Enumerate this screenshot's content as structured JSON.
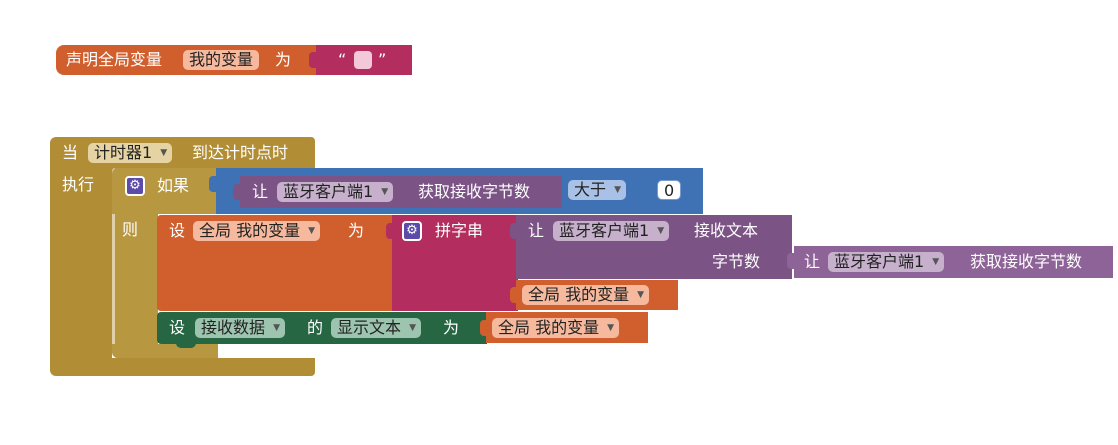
{
  "global_decl": {
    "declare_label": "声明全局变量",
    "var_name": "我的变量",
    "as_label": "为",
    "string_quote_open": "“",
    "string_quote_close": "”"
  },
  "event": {
    "when_label": "当",
    "component": "计时器1",
    "event_label": "到达计时点时",
    "do_label": "执行"
  },
  "if_block": {
    "if_label": "如果",
    "then_label": "则",
    "call_label": "让",
    "bt_component": "蓝牙客户端1",
    "bt_method": "获取接收字节数",
    "compare_op": "大于",
    "compare_value": "0"
  },
  "set_global": {
    "set_label": "设",
    "var_ref": "全局 我的变量",
    "to_label": "为",
    "join_label": "拼字串",
    "call_label": "让",
    "bt_component": "蓝牙客户端1",
    "receive_text": "接收文本",
    "num_bytes_label": "字节数",
    "call_label_2": "让",
    "bt_component_2": "蓝牙客户端1",
    "bt_method_2": "获取接收字节数",
    "get_var": "全局 我的变量"
  },
  "set_label_text": {
    "set_label": "设",
    "component": "接收数据",
    "of_label": "的",
    "property": "显示文本",
    "to_label": "为",
    "get_var": "全局 我的变量"
  },
  "colors": {
    "variables": "#d05f2d",
    "text": "#b32d5e",
    "events": "#b18e35",
    "control": "#3f71b5",
    "bluetooth": "#7c5385",
    "component_setter": "#266643"
  },
  "icons": {
    "gear": "⚙",
    "dropdown": "▼"
  }
}
